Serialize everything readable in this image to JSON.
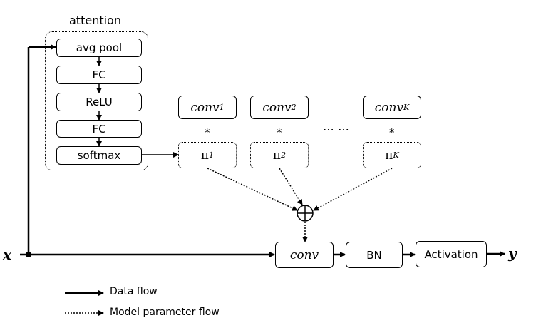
{
  "attention": {
    "title": "attention",
    "layers": [
      "avg pool",
      "FC",
      "ReLU",
      "FC",
      "softmax"
    ]
  },
  "kernels": [
    {
      "name": "conv",
      "sub": "1",
      "op": "*",
      "weight": "π",
      "weight_sub": "1"
    },
    {
      "name": "conv",
      "sub": "2",
      "op": "*",
      "weight": "π",
      "weight_sub": "2"
    },
    {
      "name": "conv",
      "sub": "K",
      "op": "*",
      "weight": "π",
      "weight_sub": "K"
    }
  ],
  "ellipsis": "⋯ ⋯",
  "sum_symbol": "⊕",
  "input_label": "x",
  "output_label": "y",
  "main_path": [
    "conv",
    "BN",
    "Activation"
  ],
  "legend": {
    "data_flow": "Data flow",
    "param_flow": "Model parameter flow"
  }
}
